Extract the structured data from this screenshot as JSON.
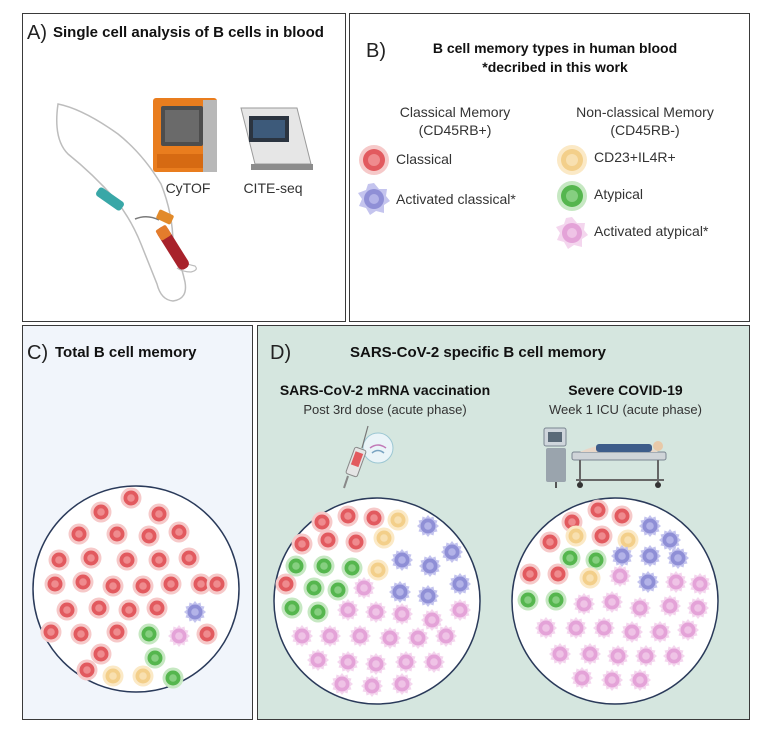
{
  "panel_a": {
    "letter": "A)",
    "title": "Single cell analysis of B cells in blood",
    "instruments": [
      "CyTOF",
      "CITE-seq"
    ]
  },
  "panel_b": {
    "letter": "B)",
    "title_line1": "B cell memory types in human blood",
    "title_line2": "*decribed in this work",
    "classical_group": {
      "heading_line1": "Classical Memory",
      "heading_line2": "(CD45RB+)",
      "items": [
        {
          "label": "Classical",
          "color": "#e25a5f"
        },
        {
          "label": "Activated classical*",
          "color": "#8f8fd6"
        }
      ]
    },
    "nonclassical_group": {
      "heading_line1": "Non-classical Memory",
      "heading_line2": "(CD45RB-)",
      "items": [
        {
          "label": "CD23+IL4R+",
          "color": "#f3cf8a"
        },
        {
          "label": "Atypical",
          "color": "#55b64e"
        },
        {
          "label": "Activated atypical*",
          "color": "#e4a3d8"
        }
      ]
    }
  },
  "panel_c": {
    "letter": "C)",
    "title": "Total B cell memory"
  },
  "panel_d": {
    "letter": "D)",
    "title": "SARS-CoV-2 specific B cell memory",
    "left_heading": "SARS-CoV-2 mRNA vaccination",
    "left_sub": "Post 3rd dose (acute phase)",
    "right_heading": "Severe COVID-19",
    "right_sub": "Week 1 ICU (acute phase)"
  },
  "cell_colors": {
    "classical": "#e25a5f",
    "activated_classical": "#8f8fd6",
    "cd23_il4r": "#f3cf8a",
    "atypical": "#55b64e",
    "activated_atypical": "#e4a3d8"
  }
}
